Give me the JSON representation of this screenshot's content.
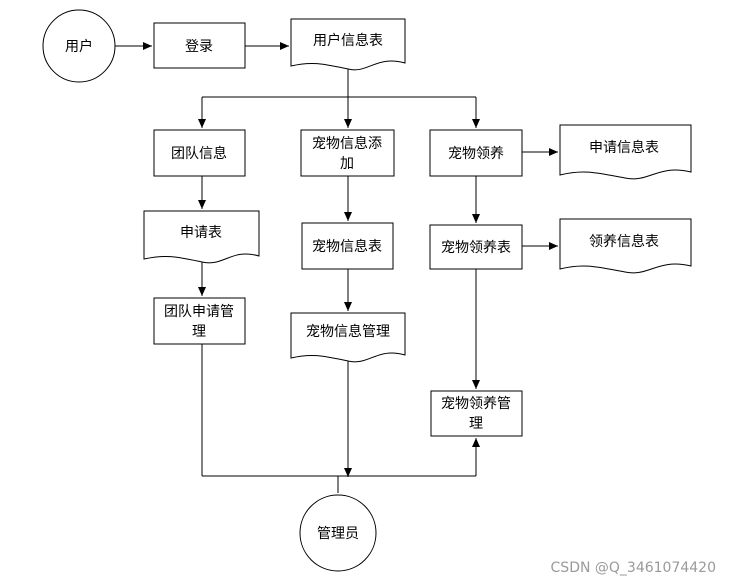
{
  "nodes": {
    "user": "用户",
    "login": "登录",
    "user_info_table": "用户信息表",
    "team_info": "团队信息",
    "pet_info_add_1": "宠物信息添",
    "pet_info_add_2": "加",
    "pet_adopt": "宠物领养",
    "apply_info_table": "申请信息表",
    "apply_table": "申请表",
    "pet_info_table": "宠物信息表",
    "pet_adopt_table": "宠物领养表",
    "adopt_info_table": "领养信息表",
    "team_apply_mgmt_1": "团队申请管",
    "team_apply_mgmt_2": "理",
    "pet_info_mgmt": "宠物信息管理",
    "pet_adopt_mgmt_1": "宠物领养管",
    "pet_adopt_mgmt_2": "理",
    "admin": "管理员"
  },
  "watermark": "CSDN @Q_3461074420"
}
